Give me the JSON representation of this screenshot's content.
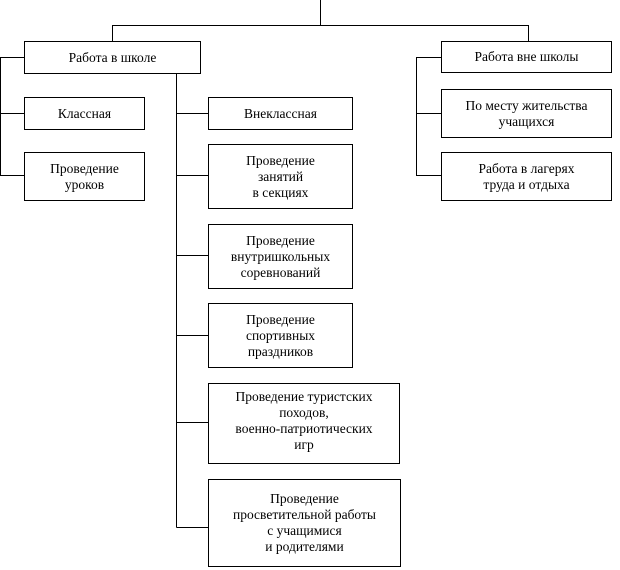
{
  "nodes": {
    "school": "Работа в школе",
    "outside": "Работа вне школы",
    "class": "Классная",
    "lessons": "Проведение\nуроков",
    "extracurricular": "Внеклассная",
    "sections": "Проведение\nзанятий\nв секциях",
    "competitions": "Проведение\nвнутришкольных\nсоревнований",
    "sports_holidays": "Проведение\nспортивных\nпраздников",
    "tourism": "Проведение туристских\nпоходов,\nвоенно-патриотических\nигр",
    "education": "Проведение\nпросветительной работы\nс учащимися\nи родителями",
    "residence": "По месту жительства\nучащихся",
    "camps": "Работа в лагерях\nтруда и отдыха"
  }
}
